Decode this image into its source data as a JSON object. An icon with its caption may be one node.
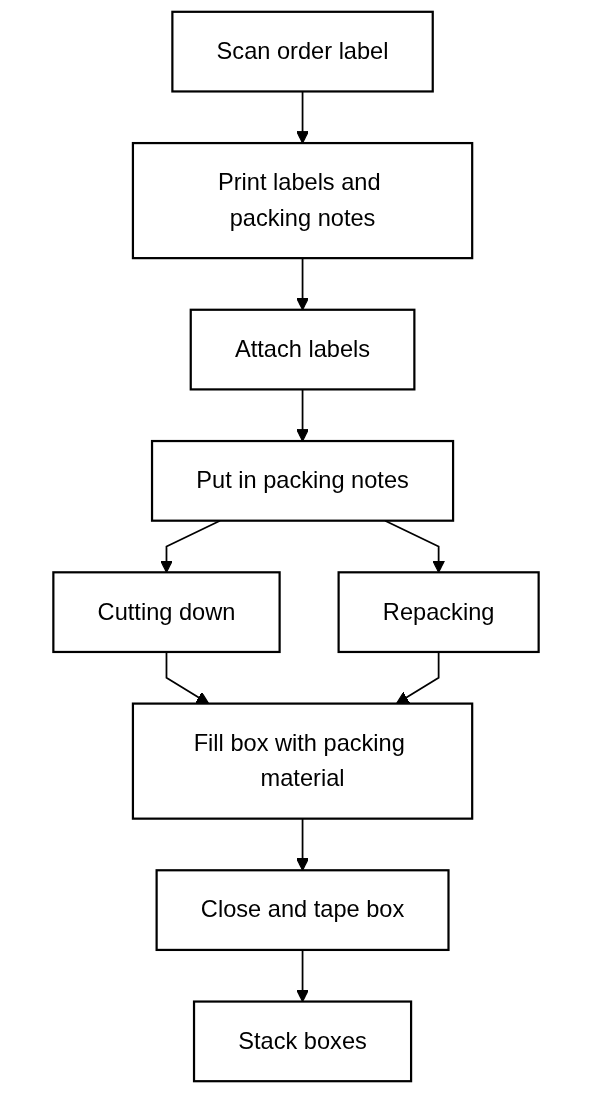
{
  "diagram": {
    "nodes": [
      {
        "text": [
          "Scan order label"
        ]
      },
      {
        "text": [
          "Print labels and packing notes"
        ]
      },
      {
        "text": [
          "Attach labels"
        ]
      },
      {
        "text": [
          "Put in packing notes"
        ]
      },
      {
        "text": [
          "Cutting down"
        ]
      },
      {
        "text": [
          "Repacking"
        ]
      },
      {
        "text": [
          "Fill box with packing material"
        ]
      },
      {
        "text": [
          "Close and tape box"
        ]
      },
      {
        "text": [
          "Stack boxes"
        ]
      }
    ],
    "edges": [
      {
        "from": 0,
        "to": 1,
        "arrow": "to"
      },
      {
        "from": 1,
        "to": 2,
        "arrow": "to"
      },
      {
        "from": 2,
        "to": 3,
        "arrow": "to"
      },
      {
        "from": 3,
        "to": 4,
        "arrow": "to"
      },
      {
        "from": 3,
        "to": 5,
        "arrow": "to"
      },
      {
        "from": 4,
        "to": 6,
        "arrow": "to"
      },
      {
        "from": 5,
        "to": 6,
        "arrow": "to"
      },
      {
        "from": 6,
        "to": 7,
        "arrow": "to"
      },
      {
        "from": 7,
        "to": 8,
        "arrow": "to"
      }
    ]
  }
}
